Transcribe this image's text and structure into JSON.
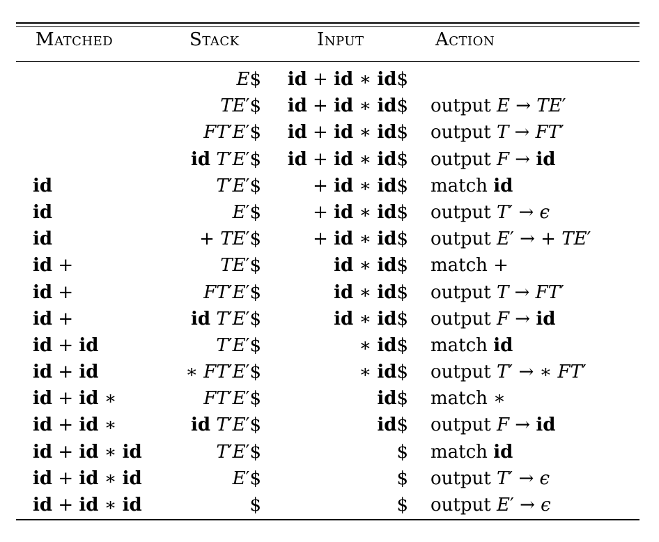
{
  "table": {
    "headers": {
      "matched": "Matched",
      "stack": "Stack",
      "input": "Input",
      "action": "Action"
    },
    "rows": [
      {
        "matched": "",
        "stack": "E$",
        "input": "id + id ∗ id$",
        "action": ""
      },
      {
        "matched": "",
        "stack": "TE′$",
        "input": "id + id ∗ id$",
        "action": "output E → TE′"
      },
      {
        "matched": "",
        "stack": "FT′E′$",
        "input": "id + id ∗ id$",
        "action": "output T → FT′"
      },
      {
        "matched": "",
        "stack": "id T′E′$",
        "input": "id + id ∗ id$",
        "action": "output F → id"
      },
      {
        "matched": "id",
        "stack": "T′E′$",
        "input": "+ id ∗ id$",
        "action": "match id"
      },
      {
        "matched": "id",
        "stack": "E′$",
        "input": "+ id ∗ id$",
        "action": "output T′ → ϵ"
      },
      {
        "matched": "id",
        "stack": "+ TE′$",
        "input": "+ id ∗ id$",
        "action": "output E′ → + TE′"
      },
      {
        "matched": "id +",
        "stack": "TE′$",
        "input": "id ∗ id$",
        "action": "match +"
      },
      {
        "matched": "id +",
        "stack": "FT′E′$",
        "input": "id ∗ id$",
        "action": "output T → FT′"
      },
      {
        "matched": "id +",
        "stack": "id T′E′$",
        "input": "id ∗ id$",
        "action": "output F → id"
      },
      {
        "matched": "id + id",
        "stack": "T′E′$",
        "input": "∗ id$",
        "action": "match id"
      },
      {
        "matched": "id + id",
        "stack": "∗ FT′E′$",
        "input": "∗ id$",
        "action": "output T′ → ∗ FT′"
      },
      {
        "matched": "id + id ∗",
        "stack": "FT′E′$",
        "input": "id$",
        "action": "match ∗"
      },
      {
        "matched": "id + id ∗",
        "stack": "id T′E′$",
        "input": "id$",
        "action": "output F → id"
      },
      {
        "matched": "id + id ∗ id",
        "stack": "T′E′$",
        "input": "$",
        "action": "match id"
      },
      {
        "matched": "id + id ∗ id",
        "stack": "E′$",
        "input": "$",
        "action": "output T′ → ϵ"
      },
      {
        "matched": "id + id ∗ id",
        "stack": "$",
        "input": "$",
        "action": "output E′ → ϵ"
      }
    ]
  }
}
